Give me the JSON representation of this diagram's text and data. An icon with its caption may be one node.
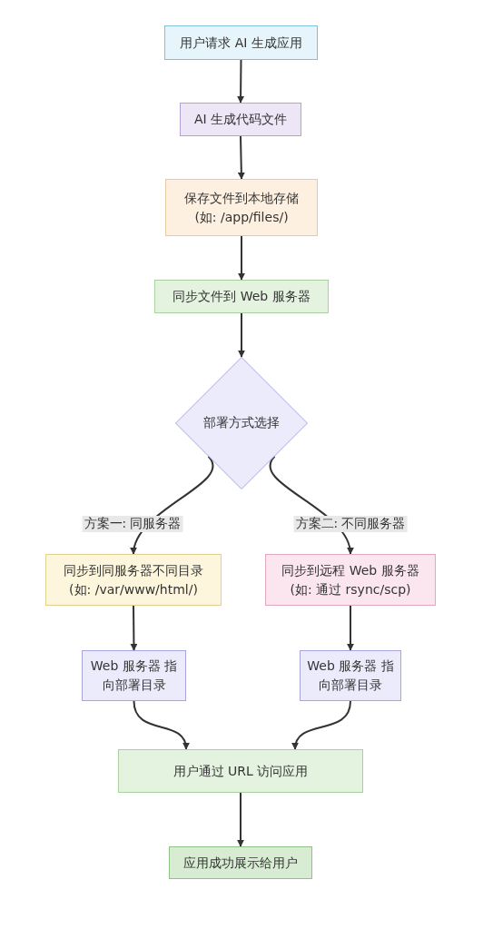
{
  "diagram": {
    "nodes": [
      {
        "text": [
          "用户请求 AI 生成应用"
        ]
      },
      {
        "text": [
          "AI 生成代码文件"
        ]
      },
      {
        "text": [
          "保存文件到本地存储 (如: /app/files/)"
        ]
      },
      {
        "text": [
          "同步文件到 Web 服务器"
        ]
      },
      {
        "text": [
          "部署方式选择"
        ]
      },
      {
        "text": [
          "同步到同服务器不同目录 (如: /var/www/html/)"
        ]
      },
      {
        "text": [
          "同步到远程 Web 服务器 (如: 通过 rsync/scp)"
        ]
      },
      {
        "text": [
          "Web 服务器 指向部署目录"
        ]
      },
      {
        "text": [
          "Web 服务器 指向部署目录"
        ]
      },
      {
        "text": [
          "用户通过 URL 访问应用"
        ]
      },
      {
        "text": [
          "应用成功展示给用户"
        ]
      }
    ],
    "edges": [
      {
        "from": 0,
        "to": 1,
        "arrow": "to"
      },
      {
        "from": 1,
        "to": 2,
        "arrow": "to"
      },
      {
        "from": 2,
        "to": 3,
        "arrow": "to"
      },
      {
        "from": 3,
        "to": 4,
        "arrow": "to"
      },
      {
        "from": 4,
        "to": 5,
        "arrow": "to",
        "label": "方案一: 同服务器"
      },
      {
        "from": 4,
        "to": 6,
        "arrow": "to",
        "label": "方案二: 不同服务器"
      },
      {
        "from": 5,
        "to": 7,
        "arrow": "to"
      },
      {
        "from": 6,
        "to": 8,
        "arrow": "to"
      },
      {
        "from": 7,
        "to": 9,
        "arrow": "to"
      },
      {
        "from": 8,
        "to": 9,
        "arrow": "to"
      },
      {
        "from": 9,
        "to": 10,
        "arrow": "to"
      }
    ]
  }
}
